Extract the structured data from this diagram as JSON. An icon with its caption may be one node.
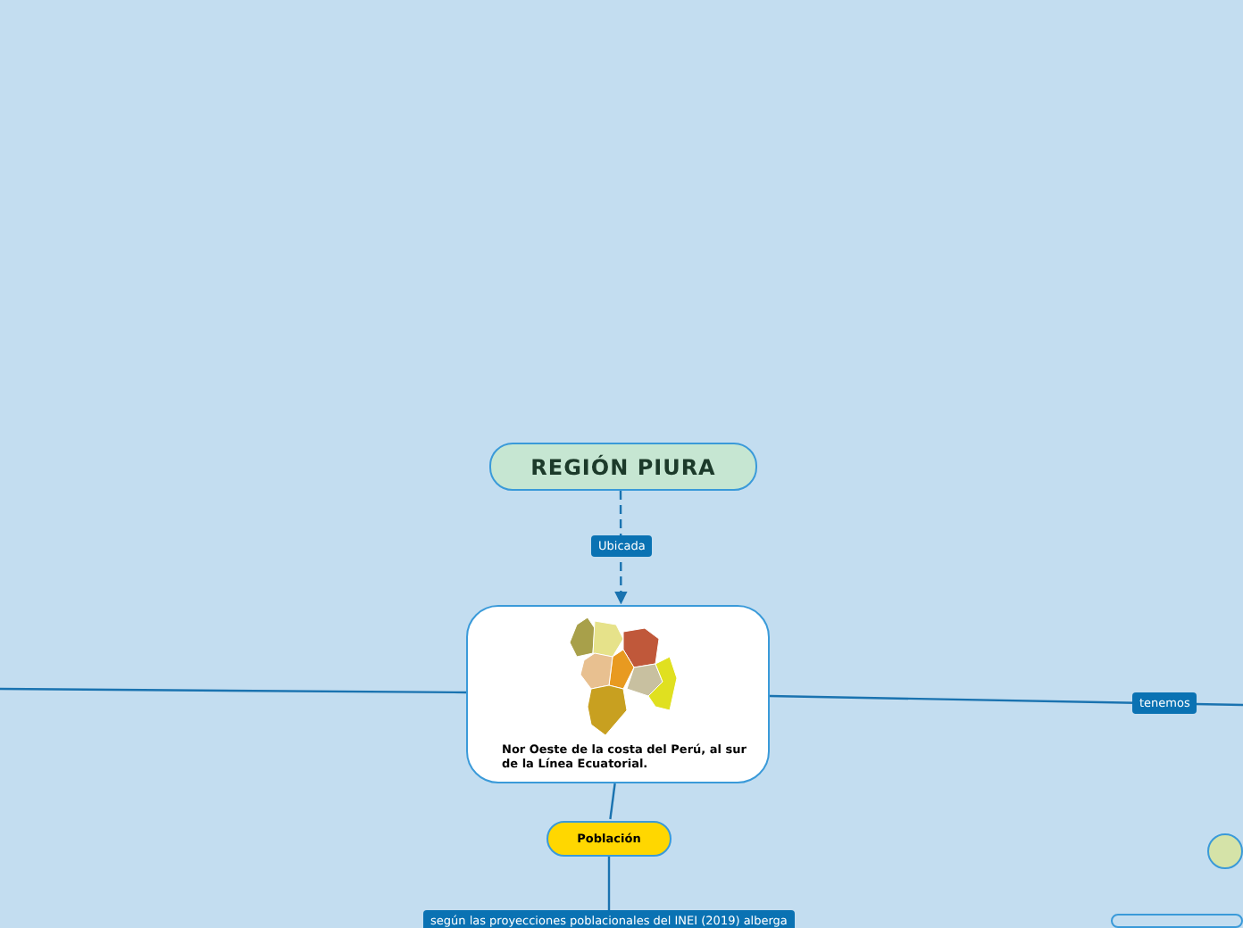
{
  "diagram": {
    "nodes": [
      {
        "text": [
          "REGIÓN PIURA"
        ]
      },
      {
        "text": [
          "Nor Oeste de la costa del Perú, al sur de la Línea Ecuatorial."
        ]
      },
      {
        "text": [
          "Población"
        ]
      },
      {
        "text": [],
        "shape": "circle"
      },
      {
        "text": [],
        "shape": "box"
      }
    ],
    "edges": [
      {
        "from": 0,
        "to": 1,
        "arrow": "to",
        "label": "Ubicada",
        "style": "dashed"
      },
      {
        "from": 1,
        "to": null,
        "arrow": "none"
      },
      {
        "from": 1,
        "to": null,
        "arrow": "none",
        "label": "tenemos"
      },
      {
        "from": 1,
        "to": 2,
        "arrow": "none"
      },
      {
        "from": 2,
        "to": null,
        "arrow": "none",
        "label": "según las proyecciones poblacionales del INEI (2019) alberga"
      }
    ]
  }
}
